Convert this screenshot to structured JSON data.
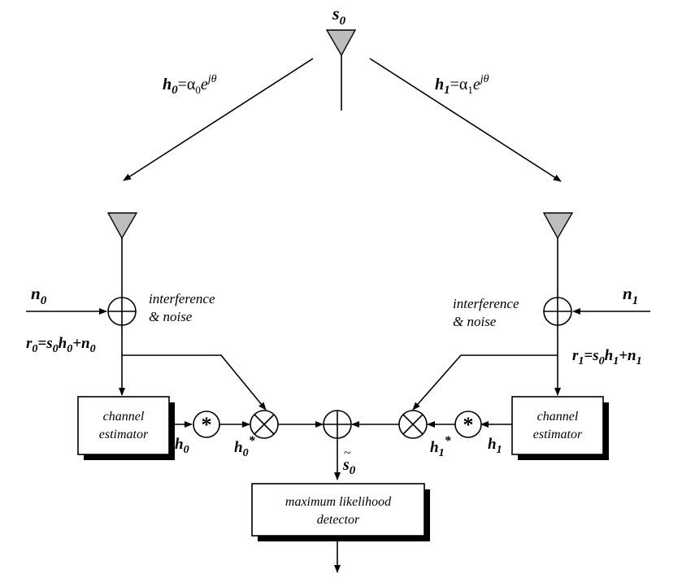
{
  "transmitter": {
    "symbol_base": "s",
    "symbol_sub": "0"
  },
  "channels": {
    "left": {
      "var": "h",
      "sub": "0",
      "eq": "=",
      "alpha": "α",
      "alpha_sub": "0",
      "e": "e",
      "sup": "jθ"
    },
    "right": {
      "var": "h",
      "sub": "1",
      "eq": "=",
      "alpha": "α",
      "alpha_sub": "1",
      "e": "e",
      "sup": "jθ"
    }
  },
  "noise": {
    "left": {
      "var": "n",
      "sub": "0"
    },
    "right": {
      "var": "n",
      "sub": "1"
    },
    "label_line1": "interference",
    "label_line2": "& noise"
  },
  "received": {
    "left": {
      "r": "r",
      "r_sub": "0",
      "eq": "=s",
      "s_sub": "0",
      "h": "h",
      "h_sub": "0",
      "plus": "+n",
      "n_sub": "0"
    },
    "right": {
      "r": "r",
      "r_sub": "1",
      "eq": "=s",
      "s_sub": "0",
      "h": "h",
      "h_sub": "1",
      "plus": "+n",
      "n_sub": "1"
    }
  },
  "estimator": {
    "line1": "channel",
    "line2": "estimator"
  },
  "estimates": {
    "left": {
      "h": "h",
      "sub": "0",
      "conj": "*"
    },
    "right": {
      "h": "h",
      "sub": "1",
      "conj": "*"
    }
  },
  "conjugate_symbol": "*",
  "combined": {
    "tilde": "~",
    "s": "s",
    "sub": "0"
  },
  "detector": {
    "line1": "maximum likelihood",
    "line2": "detector"
  }
}
